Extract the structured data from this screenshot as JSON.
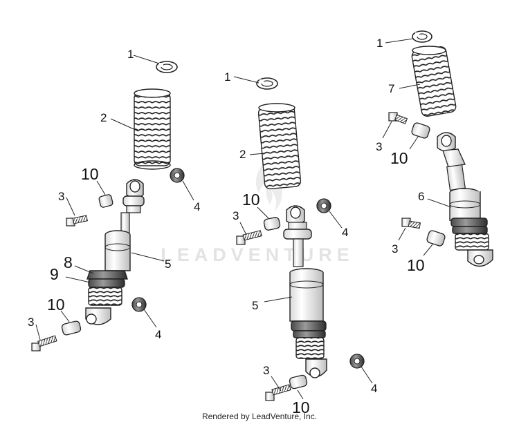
{
  "watermark": "LEADVENTURE",
  "footer": "Rendered by LeadVenture, Inc.",
  "callouts": {
    "left": {
      "c1": "1",
      "c2": "2",
      "c3a": "3",
      "c3b": "3",
      "c4a": "4",
      "c4b": "4",
      "c5": "5",
      "c8": "8",
      "c9": "9",
      "c10a": "10",
      "c10b": "10"
    },
    "middle": {
      "c1": "1",
      "c2": "2",
      "c3a": "3",
      "c3b": "3",
      "c4a": "4",
      "c4b": "4",
      "c5": "5",
      "c10a": "10",
      "c10b": "10"
    },
    "right": {
      "c1": "1",
      "c7": "7",
      "c3a": "3",
      "c3b": "3",
      "c10a": "10",
      "c10b": "10",
      "c6": "6"
    }
  }
}
